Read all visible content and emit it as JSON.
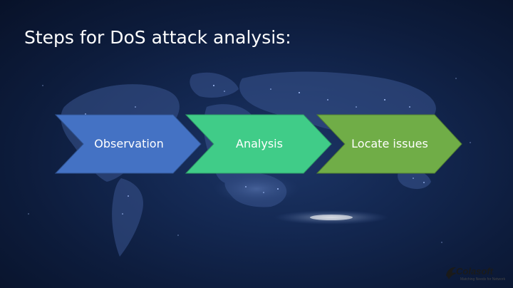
{
  "slide": {
    "title": "Steps for DoS attack analysis:"
  },
  "process": {
    "steps": [
      {
        "label": "Observation",
        "color": "#4472C4"
      },
      {
        "label": "Analysis",
        "color": "#40CC88"
      },
      {
        "label": "Locate issues",
        "color": "#70AD47"
      }
    ]
  },
  "logo": {
    "name": "Colasoft",
    "tagline": "Matching Needs for Network"
  }
}
